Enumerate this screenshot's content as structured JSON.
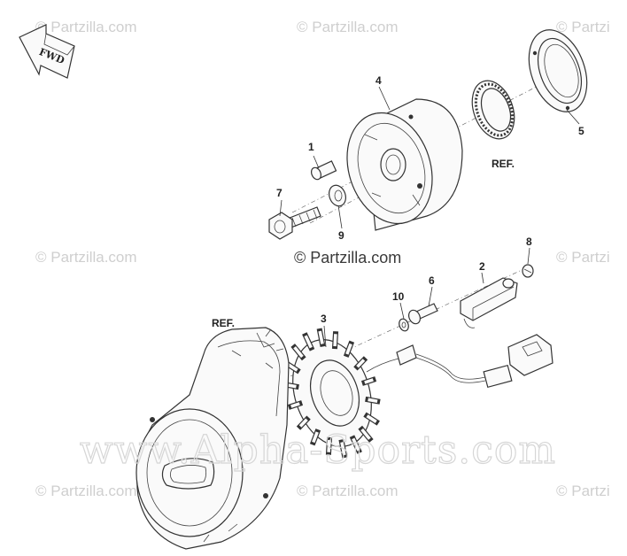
{
  "watermarks": {
    "corner_text": "© Partzilla.com",
    "corner_text_cut": "© Partzi",
    "center_text": "© Partzilla.com",
    "big_text": "www.Alpha-Sports.com"
  },
  "direction_arrow": {
    "label": "FWD"
  },
  "reference_labels": [
    "REF.",
    "REF."
  ],
  "callouts": [
    "1",
    "2",
    "3",
    "4",
    "5",
    "6",
    "7",
    "8",
    "9",
    "10"
  ]
}
